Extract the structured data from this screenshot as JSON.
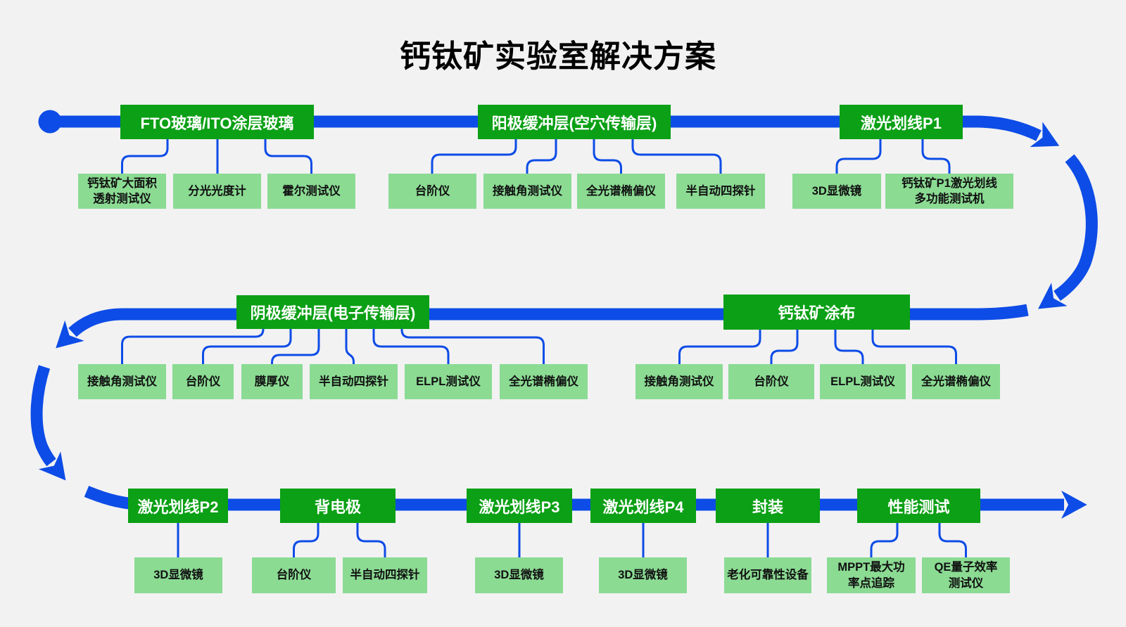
{
  "title": "钙钛矿实验室解决方案",
  "colors": {
    "flow_blue": "#0d4ce6",
    "stage_green": "#0ba015",
    "instrument_green": "#8bdb93",
    "canvas_background": "#f2f2f3",
    "title_text": "#000000",
    "stage_text": "#ffffff",
    "instrument_text": "#111111"
  },
  "stages": [
    {
      "label": "FTO玻璃/ITO涂层玻璃",
      "instruments": [
        "钙钛矿大面积\n透射测试仪",
        "分光光度计",
        "霍尔测试仪"
      ]
    },
    {
      "label": "阳极缓冲层(空穴传输层)",
      "instruments": [
        "台阶仪",
        "接触角测试仪",
        "全光谱椭偏仪",
        "半自动四探针"
      ]
    },
    {
      "label": "激光划线P1",
      "instruments": [
        "3D显微镜",
        "钙钛矿P1激光划线\n多功能测试机"
      ]
    },
    {
      "label": "阴极缓冲层(电子传输层)",
      "instruments": [
        "接触角测试仪",
        "台阶仪",
        "膜厚仪",
        "半自动四探针",
        "ELPL测试仪",
        "全光谱椭偏仪"
      ]
    },
    {
      "label": "钙钛矿涂布",
      "instruments": [
        "接触角测试仪",
        "台阶仪",
        "ELPL测试仪",
        "全光谱椭偏仪"
      ]
    },
    {
      "label": "激光划线P2",
      "instruments": [
        "3D显微镜"
      ]
    },
    {
      "label": "背电极",
      "instruments": [
        "台阶仪",
        "半自动四探针"
      ]
    },
    {
      "label": "激光划线P3",
      "instruments": [
        "3D显微镜"
      ]
    },
    {
      "label": "激光划线P4",
      "instruments": [
        "3D显微镜"
      ]
    },
    {
      "label": "封装",
      "instruments": [
        "老化可靠性设备"
      ]
    },
    {
      "label": "性能测试",
      "instruments": [
        "MPPT最大功\n率点追踪",
        "QE量子效率\n测试仪"
      ]
    }
  ]
}
